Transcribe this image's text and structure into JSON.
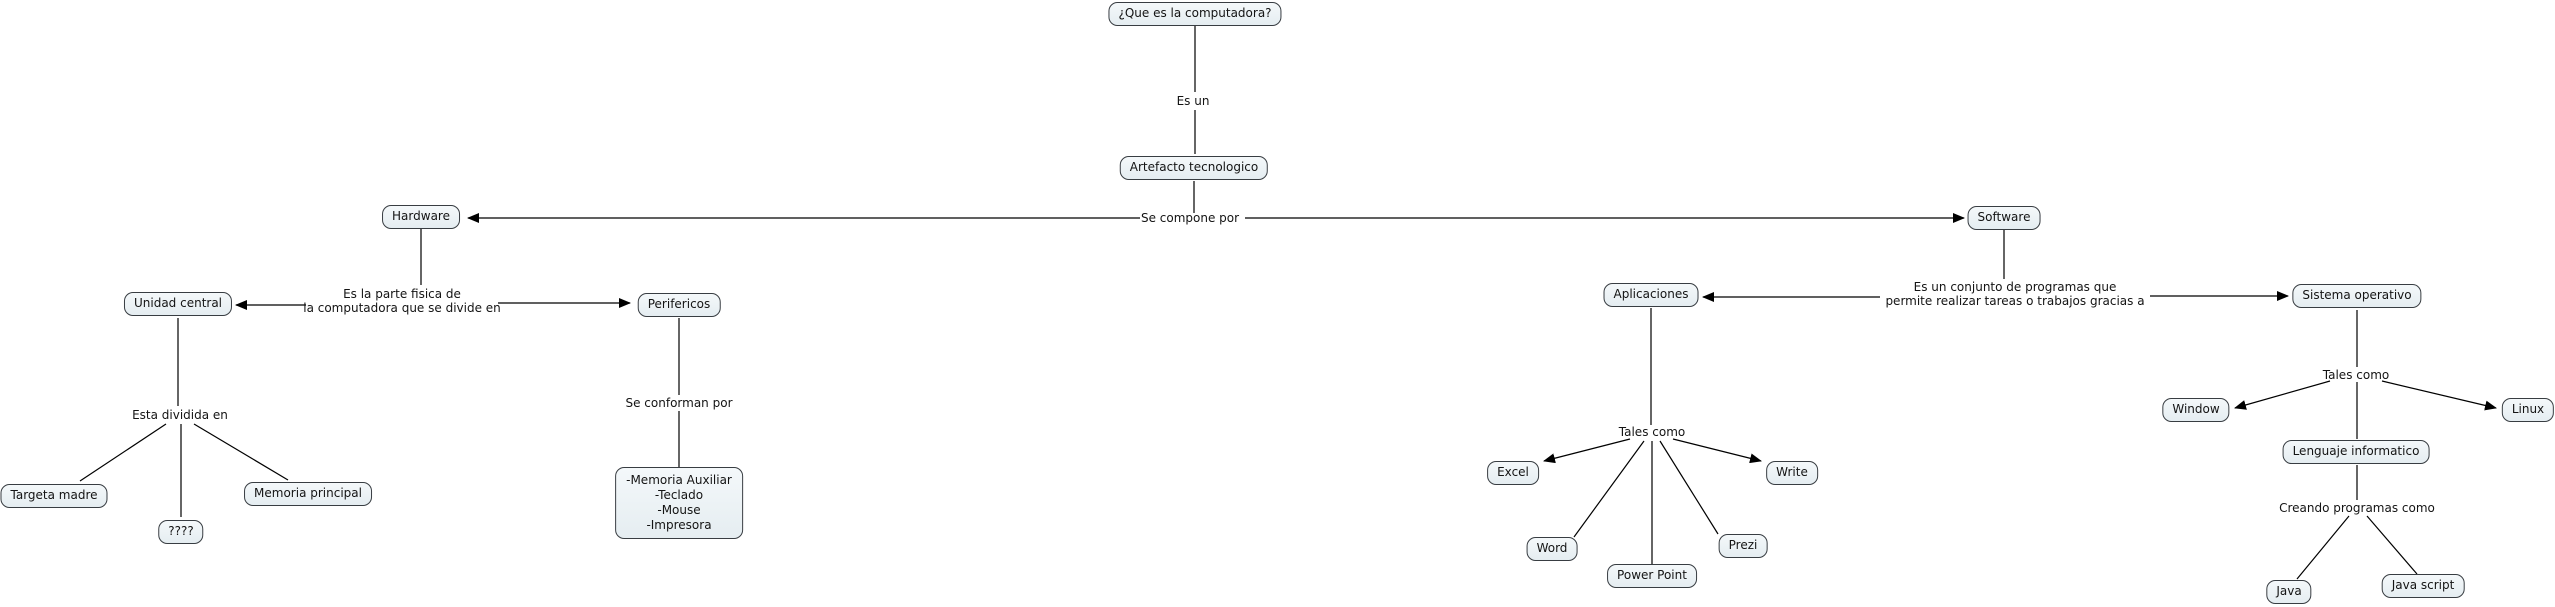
{
  "diagram": {
    "background_color": "#ffffff",
    "node_fill": "#e9eff3",
    "node_border_color": "#383d42",
    "line_color": "#000000",
    "text_color": "#141414"
  },
  "nodes": {
    "question": "¿Que es la computadora?",
    "artefacto": "Artefacto tecnologico",
    "hardware": "Hardware",
    "software": "Software",
    "unidad_central": "Unidad central",
    "perifericos": "Perifericos",
    "targeta_madre": "Targeta madre",
    "unknown": "????",
    "memoria_principal": "Memoria principal",
    "perifericos_items": [
      "-Memoria Auxiliar",
      "-Teclado",
      "-Mouse",
      "-Impresora"
    ],
    "aplicaciones": "Aplicaciones",
    "sistema_operativo": "Sistema operativo",
    "excel": "Excel",
    "word": "Word",
    "power_point": "Power Point",
    "prezi": "Prezi",
    "write": "Write",
    "window": "Window",
    "linux": "Linux",
    "lenguaje_informatico": "Lenguaje informatico",
    "java": "Java",
    "java_script": "Java script"
  },
  "link_labels": {
    "es_un": "Es un",
    "se_compone_por": "Se compone por",
    "hardware_desc_line1": "Es la parte fisica de",
    "hardware_desc_line2": "la computadora que se divide en",
    "esta_dividida_en": "Esta dividida en",
    "se_conforman_por": "Se conforman por",
    "tales_como_aplicaciones": "Tales como",
    "software_desc_line1": "Es un conjunto de programas que",
    "software_desc_line2": "permite realizar tareas o trabajos gracias a",
    "tales_como_sistema": "Tales como",
    "creando_programas_como": "Creando programas como"
  }
}
